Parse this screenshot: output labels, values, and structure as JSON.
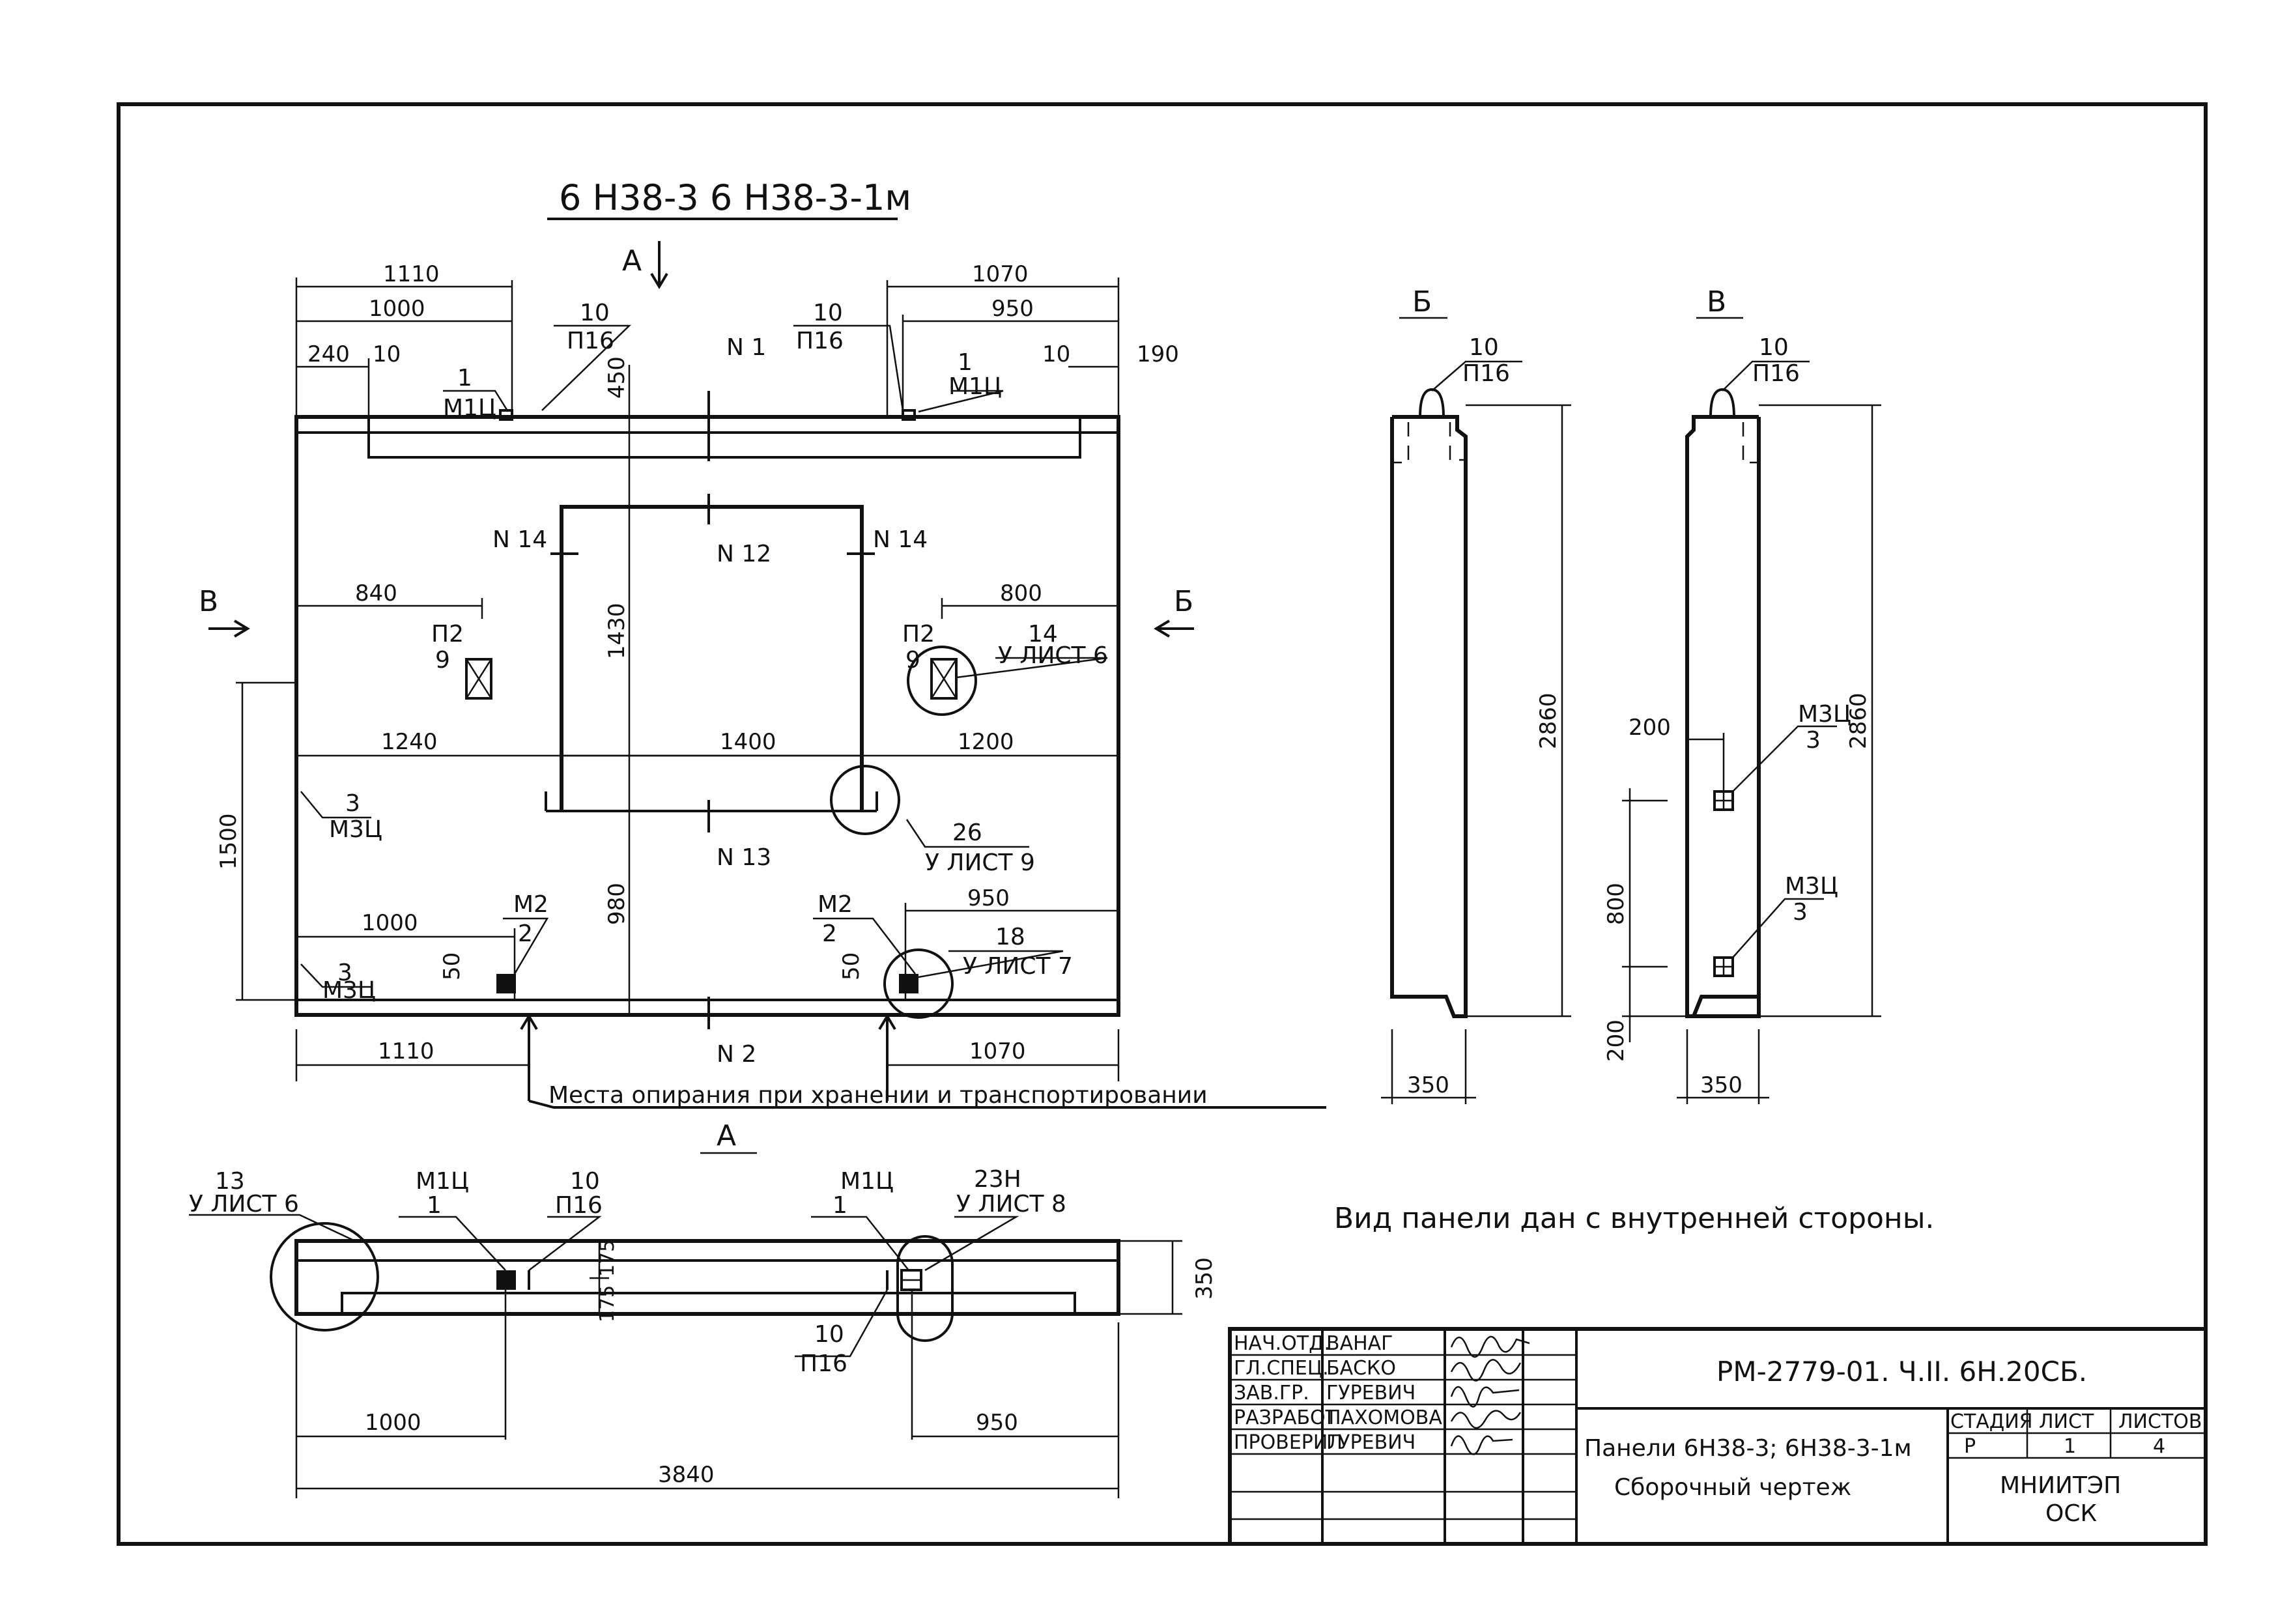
{
  "title": "6 Н38-3   6 Н38-3-1м",
  "view_marks": {
    "a_top": "А",
    "a_bottom": "А",
    "b_left": "В",
    "b_right": "Б",
    "section_b": "Б",
    "section_v": "В"
  },
  "dims": {
    "d1110_top": "1110",
    "d1000_top": "1000",
    "d240": "240",
    "d10_a": "10",
    "d1070_top": "1070",
    "d950_top": "950",
    "d10_b": "10",
    "d190": "190",
    "d450": "450",
    "d1430": "1430",
    "d840": "840",
    "d800": "800",
    "d1240": "1240",
    "d1400": "1400",
    "d1200": "1200",
    "d1500": "1500",
    "d980": "980",
    "d1000_mid": "1000",
    "d950_mid": "950",
    "d50_a": "50",
    "d50_b": "50",
    "d1110_bot": "1110",
    "d1070_bot": "1070",
    "sec_b_height": "2860",
    "sec_b_width": "350",
    "sec_v_height": "2860",
    "sec_v_width": "350",
    "sec_v_200_top": "200",
    "sec_v_800": "800",
    "sec_v_200_bot": "200",
    "plan_175a": "175",
    "plan_175b": "175",
    "plan_350": "350",
    "plan_1000": "1000",
    "plan_950": "950",
    "plan_3840": "3840"
  },
  "labels": {
    "l_1_m14_a_num": "1",
    "l_1_m14_a_den": "М1Ц",
    "l_10_p16_a_num": "10",
    "l_10_p16_a_den": "П16",
    "l_n1": "N 1",
    "l_10_p16_b_num": "10",
    "l_10_p16_b_den": "П16",
    "l_1_m14_b_num": "1",
    "l_1_m14_b_den": "М1Ц",
    "l_n14_a": "N 14",
    "l_n12": "N 12",
    "l_n14_b": "N 14",
    "l_n13": "N 13",
    "l_n2": "N 2",
    "l_p2_a_num": "П2",
    "l_p2_a_den": "9",
    "l_p2_b_num": "П2",
    "l_p2_b_den": "9",
    "l_14_num": "14",
    "l_14_den": "У ЛИСТ 6",
    "l_3_m34_a_num": "3",
    "l_3_m34_a_den": "М3Ц",
    "l_26_num": "26",
    "l_26_den": "У ЛИСТ 9",
    "l_m2_a_num": "М2",
    "l_m2_a_den": "2",
    "l_m2_b_num": "М2",
    "l_m2_b_den": "2",
    "l_18_num": "18",
    "l_18_den": "У ЛИСТ 7",
    "l_3_m34_b_num": "3",
    "l_3_m34_b_den": "М3Ц",
    "support_note": "Места опирания при  хранении и транспортировании",
    "sec_b_10_num": "10",
    "sec_b_10_den": "П16",
    "sec_v_10_num": "10",
    "sec_v_10_den": "П16",
    "sec_v_m34_a_num": "М3Ц",
    "sec_v_m34_a_den": "3",
    "sec_v_m34_b_num": "М3Ц",
    "sec_v_m34_b_den": "3",
    "plan_13_num": "13",
    "plan_13_den": "У ЛИСТ 6",
    "plan_m14_a_num": "М1Ц",
    "plan_m14_a_den": "1",
    "plan_10_a_num": "10",
    "plan_10_a_den": "П16",
    "plan_m14_b_num": "М1Ц",
    "plan_m14_b_den": "1",
    "plan_23n_num": "23Н",
    "plan_23n_den": "У ЛИСТ 8",
    "plan_10_b_num": "10",
    "plan_10_b_den": "П16",
    "view_note": "Вид панели дан с внутренней стороны."
  },
  "stamp": {
    "roles": [
      "НАЧ.ОТД.",
      "ГЛ.СПЕЦ.",
      "ЗАВ.ГР.",
      "РАЗРАБОТ",
      "ПРОВЕРИЛ"
    ],
    "names": [
      "ВАНАГ",
      "БАСКО",
      "ГУРЕВИЧ",
      "ПАХОМОВА",
      "ГУРЕВИЧ"
    ],
    "code": "РМ-2779-01. Ч.II. 6Н.20СБ.",
    "name_line1": "Панели 6Н38-3; 6Н38-3-1м",
    "name_line2": "Сборочный чертеж",
    "col_stage": "СТАДИЯ",
    "col_sheet": "ЛИСТ",
    "col_sheets": "ЛИСТОВ",
    "stage": "Р",
    "sheet": "1",
    "sheets": "4",
    "org_line1": "МНИИТЭП",
    "org_line2": "ОСК"
  }
}
